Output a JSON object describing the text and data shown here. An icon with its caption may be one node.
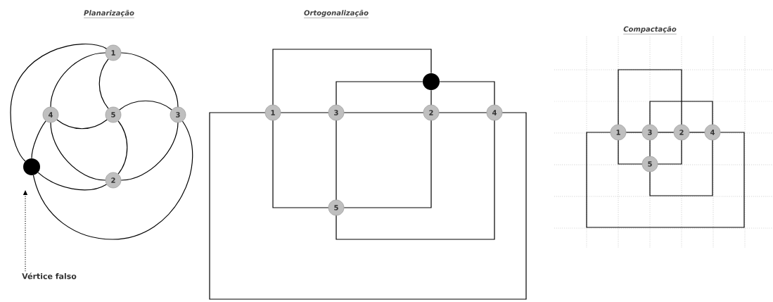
{
  "diagram": {
    "nodes": [
      {
        "text": [
          "1"
        ]
      },
      {
        "text": [
          "4"
        ]
      },
      {
        "text": [
          "5"
        ]
      },
      {
        "text": [
          "3"
        ]
      },
      {
        "text": [],
        "shape": "circle"
      },
      {
        "text": [
          "2"
        ]
      },
      {
        "text": [
          "Vértice falso"
        ]
      },
      {
        "text": [],
        "shape": "circle"
      },
      {
        "text": [
          "1"
        ]
      },
      {
        "text": [
          "3"
        ]
      },
      {
        "text": [
          "2"
        ]
      },
      {
        "text": [
          "4"
        ]
      },
      {
        "text": [
          "5"
        ]
      },
      {
        "text": [
          "1"
        ]
      },
      {
        "text": [
          "3"
        ]
      },
      {
        "text": [
          "2"
        ]
      },
      {
        "text": [
          "4"
        ]
      },
      {
        "text": [
          "5"
        ]
      }
    ],
    "edges": [
      {
        "from": 0,
        "to": 1,
        "arrow": "none"
      },
      {
        "from": 0,
        "to": 3,
        "arrow": "none"
      },
      {
        "from": 0,
        "to": 2,
        "arrow": "none"
      },
      {
        "from": 1,
        "to": 2,
        "arrow": "none"
      },
      {
        "from": 2,
        "to": 3,
        "arrow": "none"
      },
      {
        "from": 2,
        "to": 5,
        "arrow": "none"
      },
      {
        "from": 1,
        "to": 5,
        "arrow": "none"
      },
      {
        "from": 3,
        "to": 5,
        "arrow": "none"
      },
      {
        "from": 0,
        "to": 4,
        "arrow": "none"
      },
      {
        "from": 4,
        "to": 5,
        "arrow": "none"
      },
      {
        "from": 1,
        "to": 4,
        "arrow": "none"
      },
      {
        "from": 4,
        "to": 3,
        "arrow": "none"
      },
      {
        "from": 6,
        "to": 4,
        "arrow": "to",
        "style": "dashed"
      },
      {
        "from": 8,
        "to": 7,
        "arrow": "none"
      },
      {
        "from": 7,
        "to": 10,
        "arrow": "none"
      },
      {
        "from": 9,
        "to": 7,
        "arrow": "none"
      },
      {
        "from": 7,
        "to": 11,
        "arrow": "none"
      },
      {
        "from": 8,
        "to": 9,
        "arrow": "none"
      },
      {
        "from": 9,
        "to": 10,
        "arrow": "none"
      },
      {
        "from": 10,
        "to": 11,
        "arrow": "none"
      },
      {
        "from": 8,
        "to": 11,
        "arrow": "none"
      },
      {
        "from": 8,
        "to": 12,
        "arrow": "none"
      },
      {
        "from": 9,
        "to": 12,
        "arrow": "none"
      },
      {
        "from": 12,
        "to": 10,
        "arrow": "none"
      },
      {
        "from": 12,
        "to": 11,
        "arrow": "none"
      },
      {
        "from": 13,
        "to": 15,
        "arrow": "none"
      },
      {
        "from": 14,
        "to": 16,
        "arrow": "none"
      },
      {
        "from": 13,
        "to": 14,
        "arrow": "none"
      },
      {
        "from": 14,
        "to": 15,
        "arrow": "none"
      },
      {
        "from": 15,
        "to": 16,
        "arrow": "none"
      },
      {
        "from": 13,
        "to": 16,
        "arrow": "none"
      },
      {
        "from": 13,
        "to": 17,
        "arrow": "none"
      },
      {
        "from": 14,
        "to": 17,
        "arrow": "none"
      },
      {
        "from": 17,
        "to": 15,
        "arrow": "none"
      },
      {
        "from": 17,
        "to": 16,
        "arrow": "none"
      }
    ],
    "labels": [
      "Planarização",
      "Ortogonalização",
      "Compactação"
    ]
  }
}
